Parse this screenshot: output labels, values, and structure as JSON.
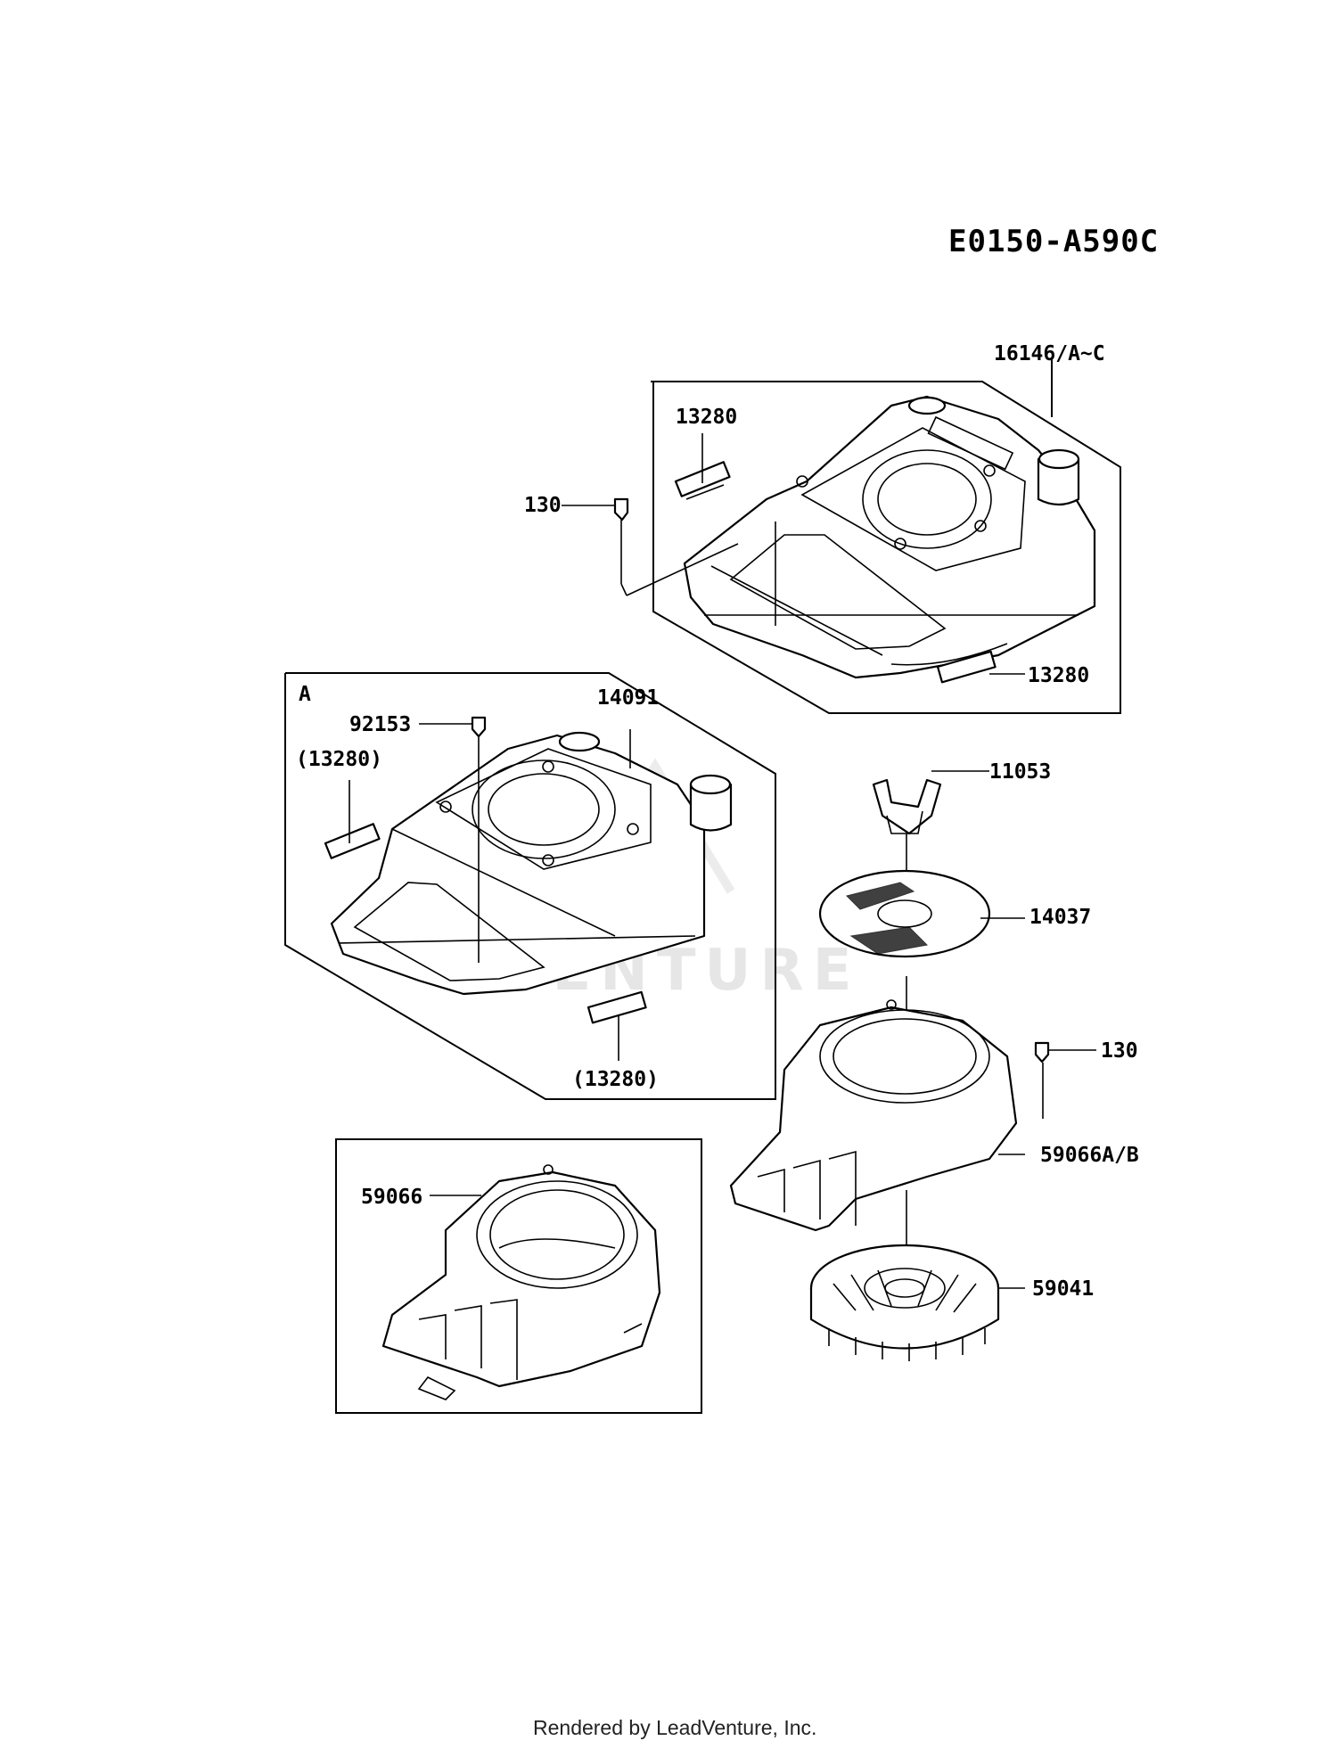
{
  "diagram": {
    "code": "E0150-A590C",
    "footer": "Rendered by LeadVenture, Inc.",
    "watermark": "VENTURE",
    "group_label": "A",
    "callouts": {
      "c16146": "16146/A~C",
      "c13280_top": "13280",
      "c130_top": "130",
      "c13280_right": "13280",
      "c92153": "92153",
      "c14091": "14091",
      "c13280_paren_left": "(13280)",
      "c13280_paren_bottom": "(13280)",
      "c11053": "11053",
      "c14037": "14037",
      "c130_right": "130",
      "c59066ab": "59066A/B",
      "c59066": "59066",
      "c59041": "59041"
    }
  }
}
